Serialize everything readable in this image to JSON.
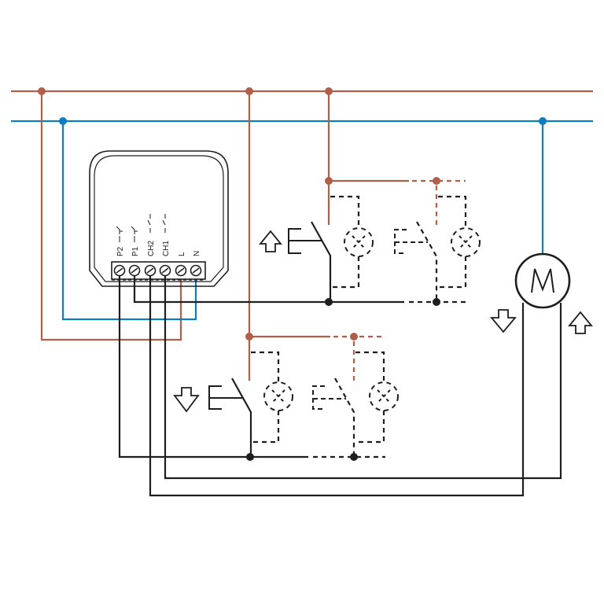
{
  "diagram": {
    "type": "wiring-diagram",
    "description": "Two-channel roller shutter relay module with up/down push buttons and motor",
    "colors": {
      "live": "#b0604a",
      "neutral": "#0b7dc2",
      "signal": "#1e1e1e"
    },
    "module": {
      "terminals": [
        {
          "label": "P2",
          "symbol": "pushbutton"
        },
        {
          "label": "P1",
          "symbol": "pushbutton"
        },
        {
          "label": "CH2",
          "symbol": "relay-contact"
        },
        {
          "label": "CH1",
          "symbol": "relay-contact"
        },
        {
          "label": "L",
          "symbol": ""
        },
        {
          "label": "N",
          "symbol": ""
        }
      ]
    },
    "motor": {
      "label": "M"
    },
    "buttons": [
      {
        "name": "up",
        "label": "E"
      },
      {
        "name": "up-optional",
        "label": "E"
      },
      {
        "name": "down",
        "label": "E"
      },
      {
        "name": "down-optional",
        "label": "E"
      }
    ]
  }
}
